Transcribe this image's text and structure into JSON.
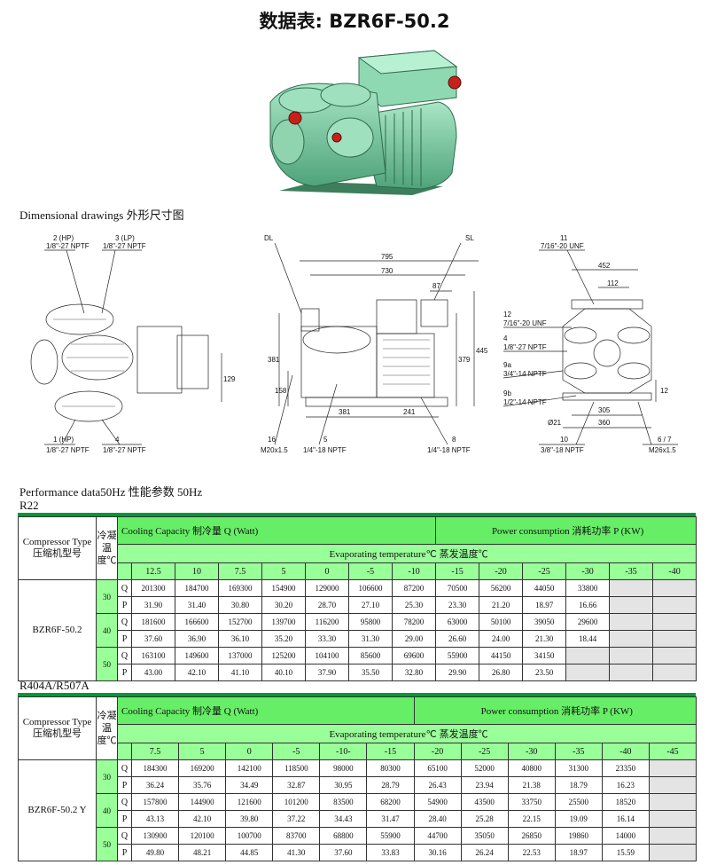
{
  "title": "数据表: BZR6F-50.2",
  "photo_alt": "compressor",
  "dimensional_caption": "Dimensional drawings 外形尺寸图",
  "drawings": {
    "left": {
      "top_labels": [
        "2 (HP)",
        "1/8\"-27 NPTF",
        "3 (LP)",
        "1/8\"-27 NPTF"
      ],
      "bottom_labels": [
        "1 (HP)",
        "1/8\"-27 NPTF",
        "4",
        "1/8\"-27 NPTF"
      ],
      "dim": "129"
    },
    "middle": {
      "labels": [
        "DL",
        "SL"
      ],
      "dims": [
        "795",
        "730",
        "87",
        "381",
        "158",
        "379",
        "445",
        "381",
        "241"
      ],
      "bottom_labels": [
        "16",
        "M20x1.5",
        "5",
        "1/4\"-18 NPTF",
        "8",
        "1/4\"-18 NPTF"
      ]
    },
    "right": {
      "top_labels": [
        "11",
        "7/16\"-20 UNF"
      ],
      "dims": [
        "452",
        "112",
        "12",
        "305",
        "360",
        "Ø21"
      ],
      "side_labels": [
        "12",
        "7/16\"-20 UNF",
        "4",
        "1/8\"-27 NPTF",
        "9a",
        "3/4\"-14 NPTF",
        "9b",
        "1/2\"-14 NPTF"
      ],
      "bottom_labels": [
        "10",
        "3/8\"-18 NPTF",
        "6 / 7",
        "M26x1.5"
      ]
    }
  },
  "performance_caption": "Performance data50Hz     性能参数 50Hz",
  "tables": [
    {
      "refrigerant": "R22",
      "compressor_head": "Compressor Type 压缩机型号",
      "cond_head": "冷凝温度℃",
      "cooling_head": "Cooling Capacity    制冷量  Q     (Watt)",
      "power_head": "Power consumption  消耗功率 P     (KW)",
      "evap_head": "Evaporating temperature℃      蒸发温度℃",
      "temps": [
        "12.5",
        "10",
        "7.5",
        "5",
        "0",
        "-5",
        "-10",
        "-15",
        "-20",
        "-25",
        "-30",
        "-35",
        "-40"
      ],
      "model": "BZR6F-50.2",
      "groups": [
        {
          "cond": "30",
          "Q": [
            "201300",
            "184700",
            "169300",
            "154900",
            "129000",
            "106600",
            "87200",
            "70500",
            "56200",
            "44050",
            "33800",
            "",
            ""
          ],
          "P": [
            "31.90",
            "31.40",
            "30.80",
            "30.20",
            "28.70",
            "27.10",
            "25.30",
            "23.30",
            "21.20",
            "18.97",
            "16.66",
            "",
            ""
          ]
        },
        {
          "cond": "40",
          "Q": [
            "181600",
            "166600",
            "152700",
            "139700",
            "116200",
            "95800",
            "78200",
            "63000",
            "50100",
            "39050",
            "29600",
            "",
            ""
          ],
          "P": [
            "37.60",
            "36.90",
            "36.10",
            "35.20",
            "33.30",
            "31.30",
            "29.00",
            "26.60",
            "24.00",
            "21.30",
            "18.44",
            "",
            ""
          ]
        },
        {
          "cond": "50",
          "Q": [
            "163100",
            "149600",
            "137000",
            "125200",
            "104100",
            "85600",
            "69600",
            "55900",
            "44150",
            "34150",
            "",
            "",
            ""
          ],
          "P": [
            "43.00",
            "42.10",
            "41.10",
            "40.10",
            "37.90",
            "35.50",
            "32.80",
            "29.90",
            "26.80",
            "23.50",
            "",
            "",
            ""
          ]
        }
      ]
    },
    {
      "refrigerant": "R404A/R507A",
      "compressor_head": "Compressor Type 压缩机型号",
      "cond_head": "冷凝温度℃",
      "cooling_head": "Cooling Capacity    制冷量  Q     (Watt)",
      "power_head": "Power consumption  消耗功率 P     (KW)",
      "evap_head": "Evaporating temperature℃                              蒸发温度℃",
      "temps": [
        "7.5",
        "5",
        "0",
        "-5",
        "-10-",
        "-15",
        "-20",
        "-25",
        "-30",
        "-35",
        "-40",
        "-45"
      ],
      "model": "BZR6F-50.2 Y",
      "groups": [
        {
          "cond": "30",
          "Q": [
            "184300",
            "169200",
            "142100",
            "118500",
            "98000",
            "80300",
            "65100",
            "52000",
            "40800",
            "31300",
            "23350",
            ""
          ],
          "P": [
            "36.24",
            "35.76",
            "34.49",
            "32.87",
            "30.95",
            "28.79",
            "26.43",
            "23.94",
            "21.38",
            "18.79",
            "16.23",
            ""
          ]
        },
        {
          "cond": "40",
          "Q": [
            "157800",
            "144900",
            "121600",
            "101200",
            "83500",
            "68200",
            "54900",
            "43500",
            "33750",
            "25500",
            "18520",
            ""
          ],
          "P": [
            "43.13",
            "42.10",
            "39.80",
            "37.22",
            "34.43",
            "31.47",
            "28.40",
            "25.28",
            "22.15",
            "19.09",
            "16.14",
            ""
          ]
        },
        {
          "cond": "50",
          "Q": [
            "130900",
            "120100",
            "100700",
            "83700",
            "68800",
            "55900",
            "44700",
            "35050",
            "26850",
            "19860",
            "14000",
            ""
          ],
          "P": [
            "49.80",
            "48.21",
            "44.85",
            "41.30",
            "37.60",
            "33.83",
            "30.16",
            "26.24",
            "22.53",
            "18.97",
            "15.59",
            ""
          ]
        }
      ]
    }
  ]
}
